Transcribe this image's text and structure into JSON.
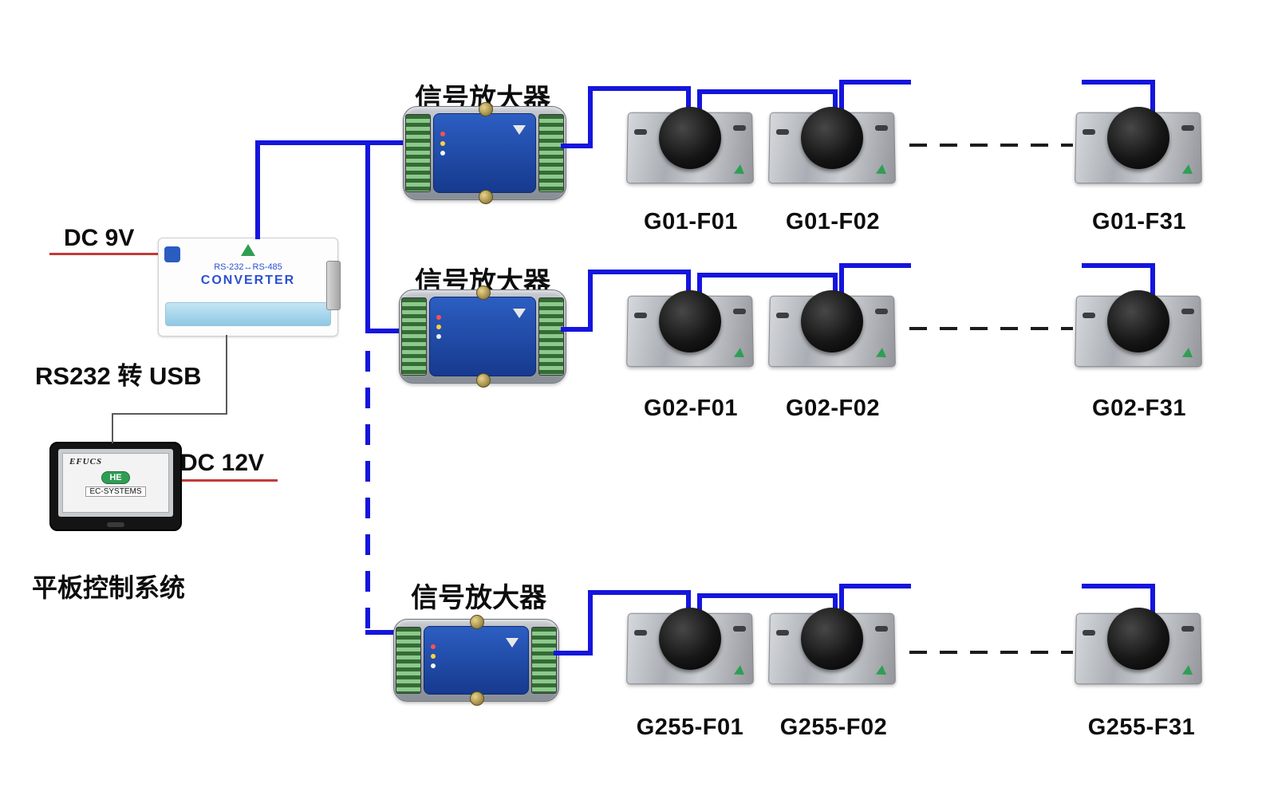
{
  "diagram": {
    "power_label_9v": "DC 9V",
    "converter_link_label": "RS232 转 USB",
    "power_label_12v": "DC 12V",
    "tablet_caption": "平板控制系统",
    "amplifier_label": "信号放大器",
    "converter": {
      "model": "RS-232↔RS-485",
      "name": "CONVERTER"
    },
    "tablet": {
      "brand": "EFUCS",
      "logo": "HE",
      "system": "EC-SYSTEMS"
    },
    "rows": [
      {
        "devices": [
          "G01-F01",
          "G01-F02",
          "G01-F31"
        ]
      },
      {
        "devices": [
          "G02-F01",
          "G02-F02",
          "G02-F31"
        ]
      },
      {
        "devices": [
          "G255-F01",
          "G255-F02",
          "G255-F31"
        ]
      }
    ],
    "colors": {
      "wire": "#1515dd",
      "underline": "#c23a3a",
      "dashed_line": "#1c1c1c"
    }
  }
}
